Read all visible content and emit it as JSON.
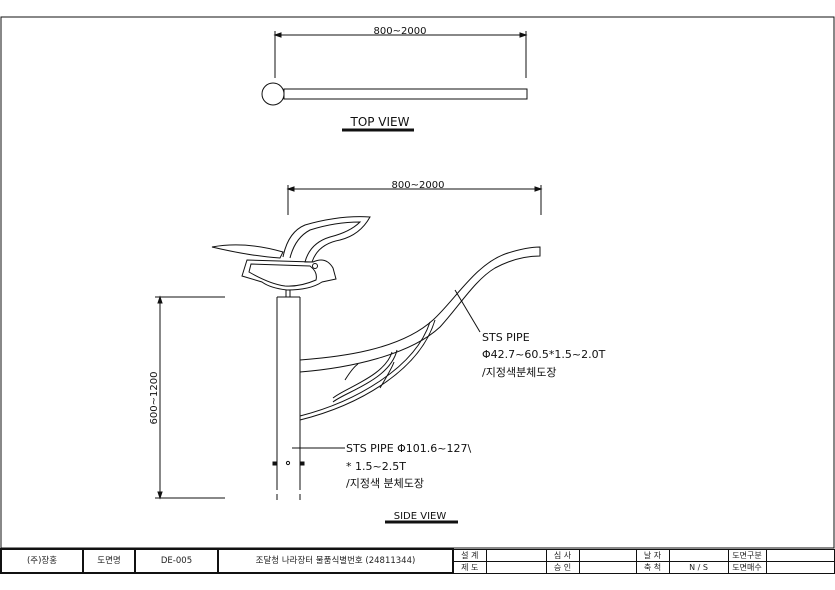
{
  "top_view": {
    "dimension": "800~2000",
    "title": "TOP VIEW"
  },
  "side_view": {
    "dimension_width": "800~2000",
    "dimension_height": "600~1200",
    "title": "SIDE VIEW",
    "arm_note": [
      "STS PIPE",
      "Φ42.7~60.5*1.5~2.0T",
      "/지정색분체도장"
    ],
    "post_note": [
      "STS PIPE Φ101.6~127\\",
      "* 1.5~2.5T",
      "/지정색 분체도장"
    ]
  },
  "title_block": {
    "company": "(주)장홍",
    "drawing_name_label": "도면명",
    "drawing_no": "DE-005",
    "drawing_title": "조달청 나라장터 물품식별번호 (24811344)",
    "design_label": "설 계",
    "draft_label": "제 도",
    "review_label": "심 사",
    "approve_label": "승 인",
    "date_label": "날 자",
    "scale_label": "축 척",
    "scale_value": "N / S",
    "category_label": "도면구분",
    "sheets_label": "도면매수"
  }
}
